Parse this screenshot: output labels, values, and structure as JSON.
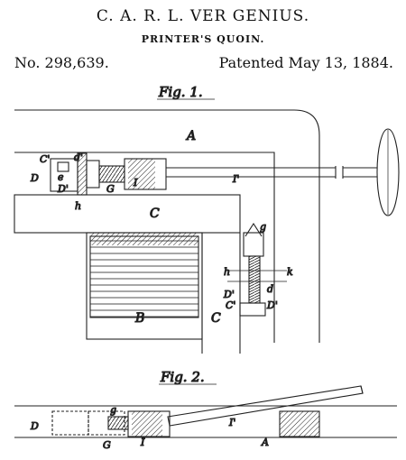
{
  "header": {
    "inventor": "C. A. R. L. VER GENIUS.",
    "title": "PRINTER'S QUOIN.",
    "patent_number": "No. 298,639.",
    "patent_date": "Patented May 13, 1884."
  },
  "figures": {
    "fig1": {
      "title": "Fig. 1.",
      "labels": {
        "A": "A",
        "C": "C",
        "C2": "C",
        "B": "B",
        "I": "I",
        "I2": "I'",
        "G": "G",
        "D": "D",
        "D1": "D'",
        "E": "e",
        "C1": "C'",
        "Dd": "d'",
        "h": "h",
        "g": "g",
        "h2": "h",
        "k": "k",
        "d": "d",
        "D3": "D'",
        "C3": "C'",
        "D4": "D'"
      }
    },
    "fig2": {
      "title": "Fig. 2.",
      "labels": {
        "D": "D",
        "g": "g",
        "G": "G",
        "I": "I",
        "I2": "I'",
        "A": "A"
      }
    }
  }
}
